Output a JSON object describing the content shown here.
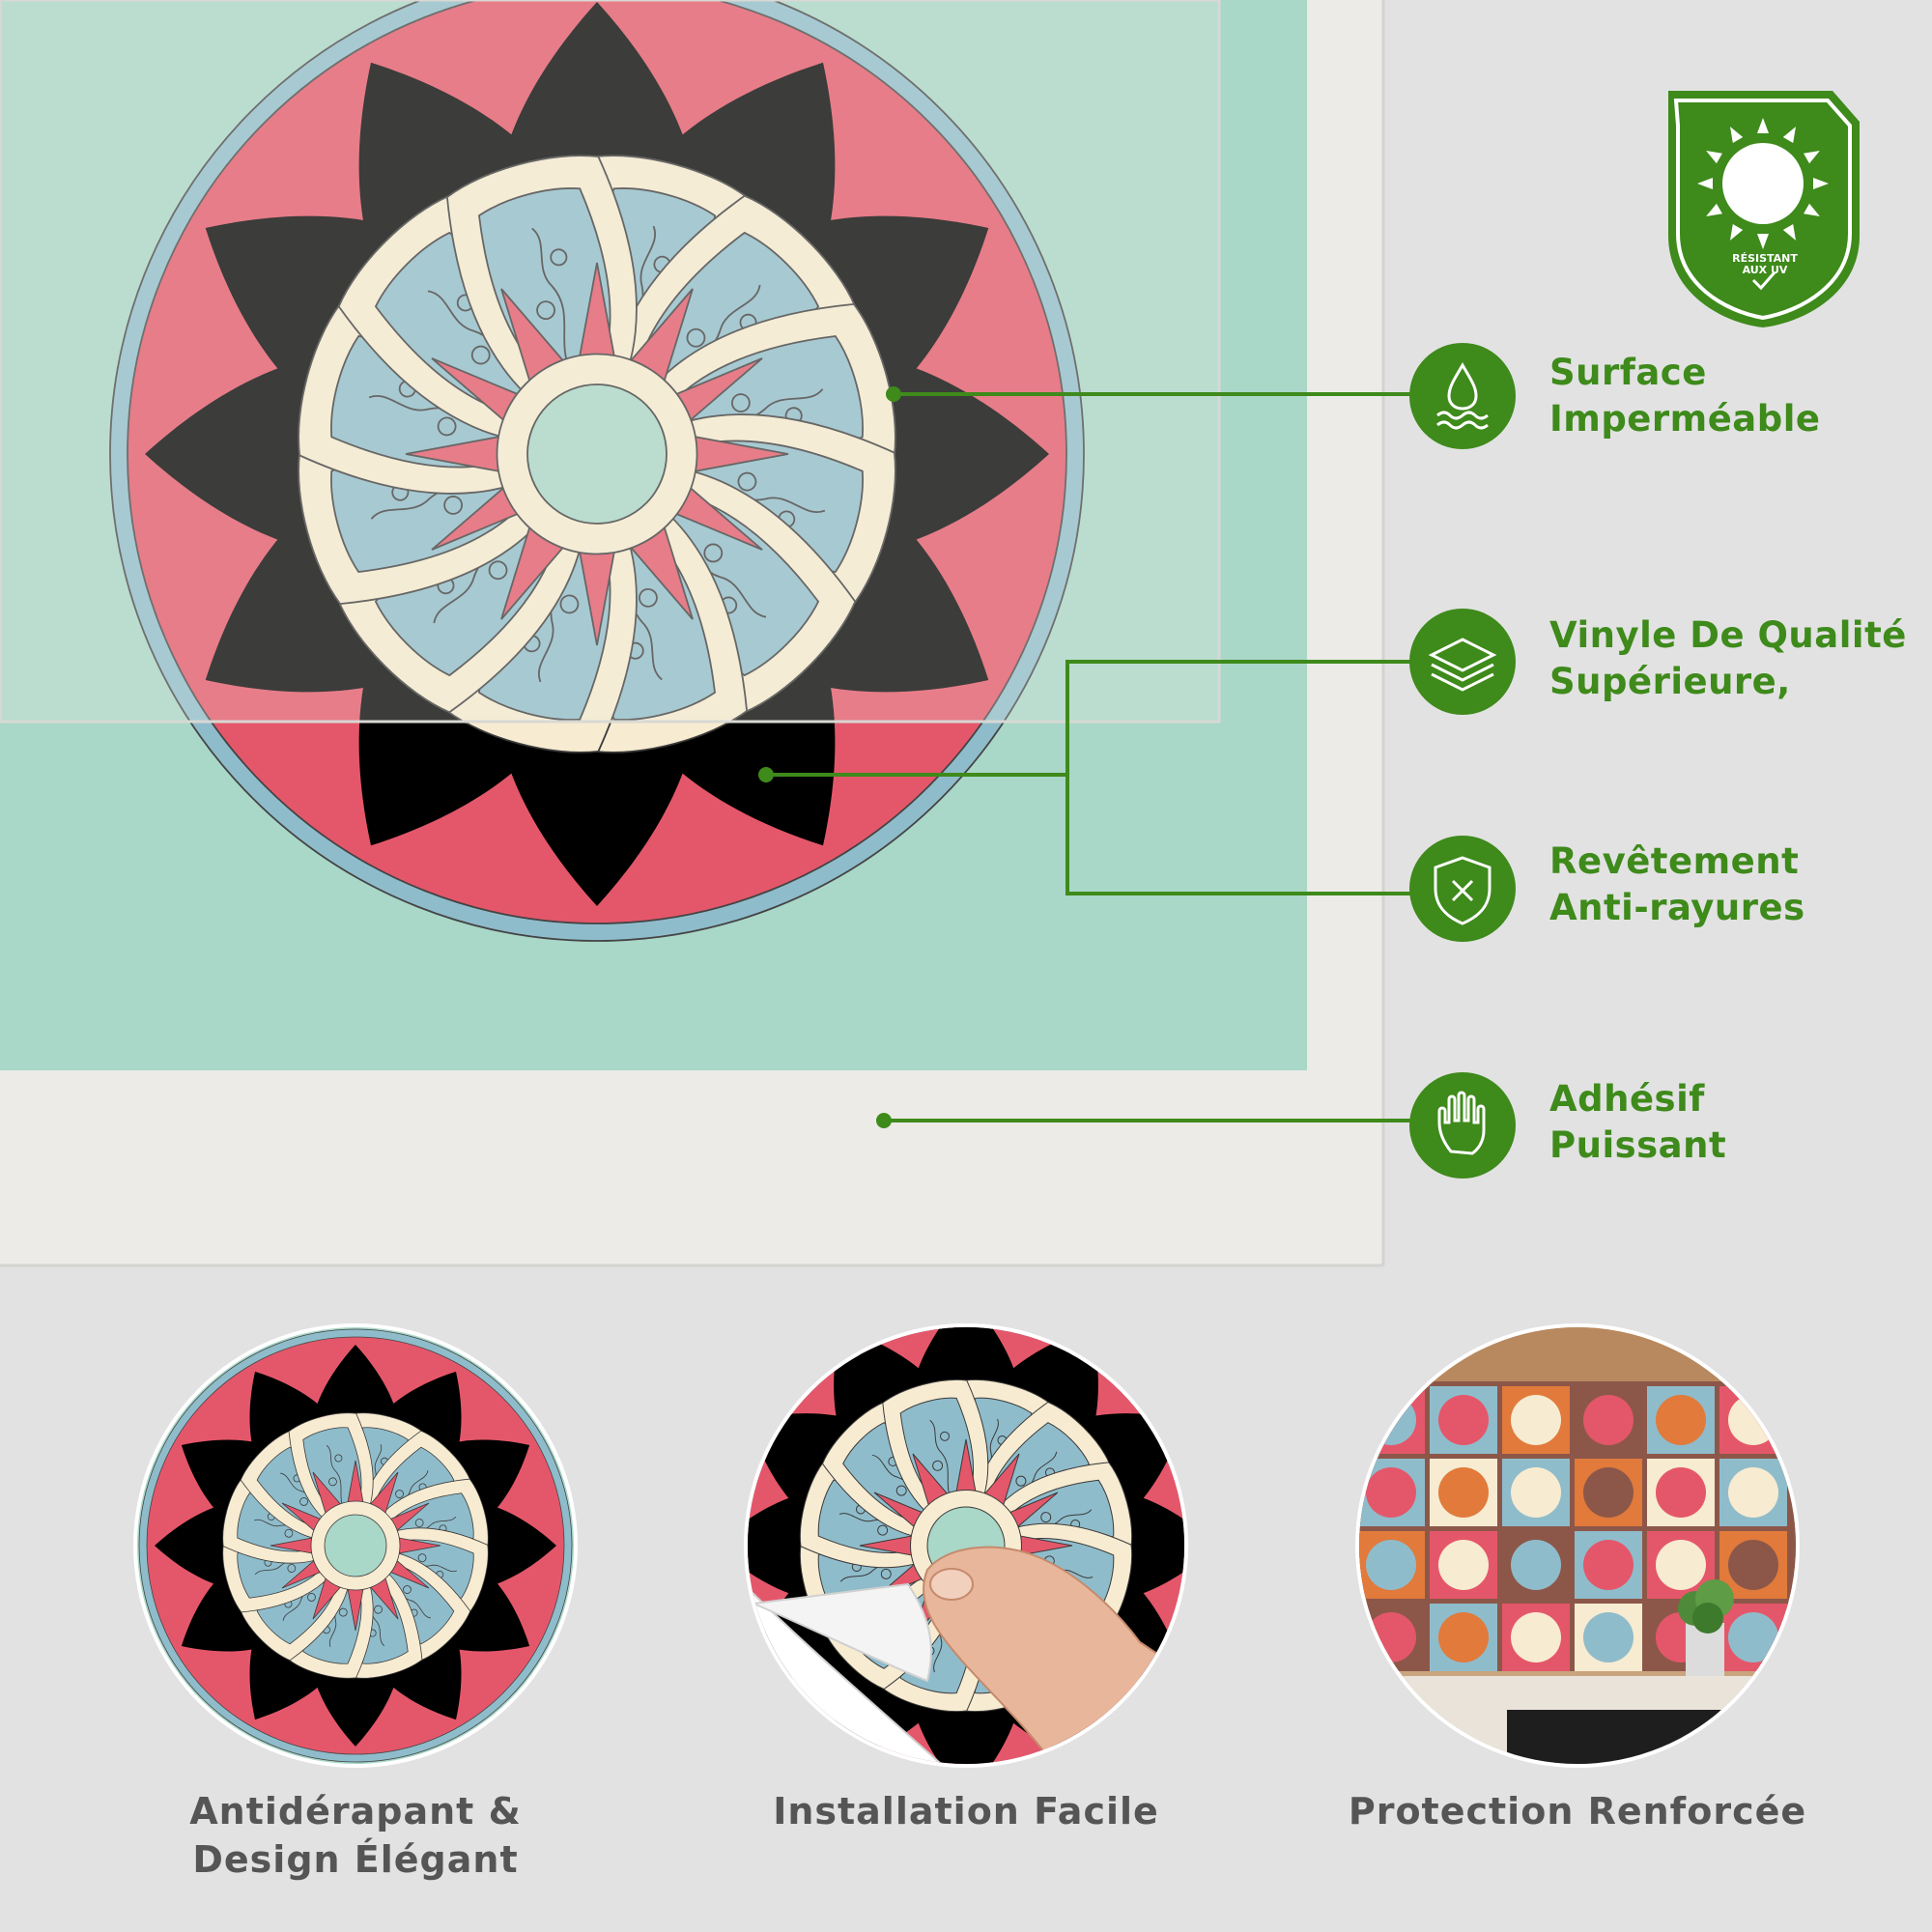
{
  "uv_badge": {
    "line1": "RÉSISTANT",
    "line2": "AUX UV"
  },
  "features": [
    {
      "line1": "Surface",
      "line2": "Imperméable",
      "icon": "water-drop-icon"
    },
    {
      "line1": "Vinyle De Qualité",
      "line2": "Supérieure,",
      "icon": "layers-icon"
    },
    {
      "line1": "Revêtement",
      "line2": "Anti-rayures",
      "icon": "shield-x-icon"
    },
    {
      "line1": "Adhésif",
      "line2": "Puissant",
      "icon": "hand-icon"
    }
  ],
  "captions": [
    {
      "line1": "Antidérapant &",
      "line2": "Design Élégant"
    },
    {
      "line1": "Installation Facile",
      "line2": ""
    },
    {
      "line1": "Protection Renforcée",
      "line2": ""
    }
  ],
  "colors": {
    "accent_green": "#3e8a1b",
    "mint": "#a9d7c8",
    "pink": "#e4576a",
    "brown": "#8c5749",
    "blue": "#8fbccb",
    "cream": "#f7ebd1",
    "background": "#e2e2e2"
  }
}
